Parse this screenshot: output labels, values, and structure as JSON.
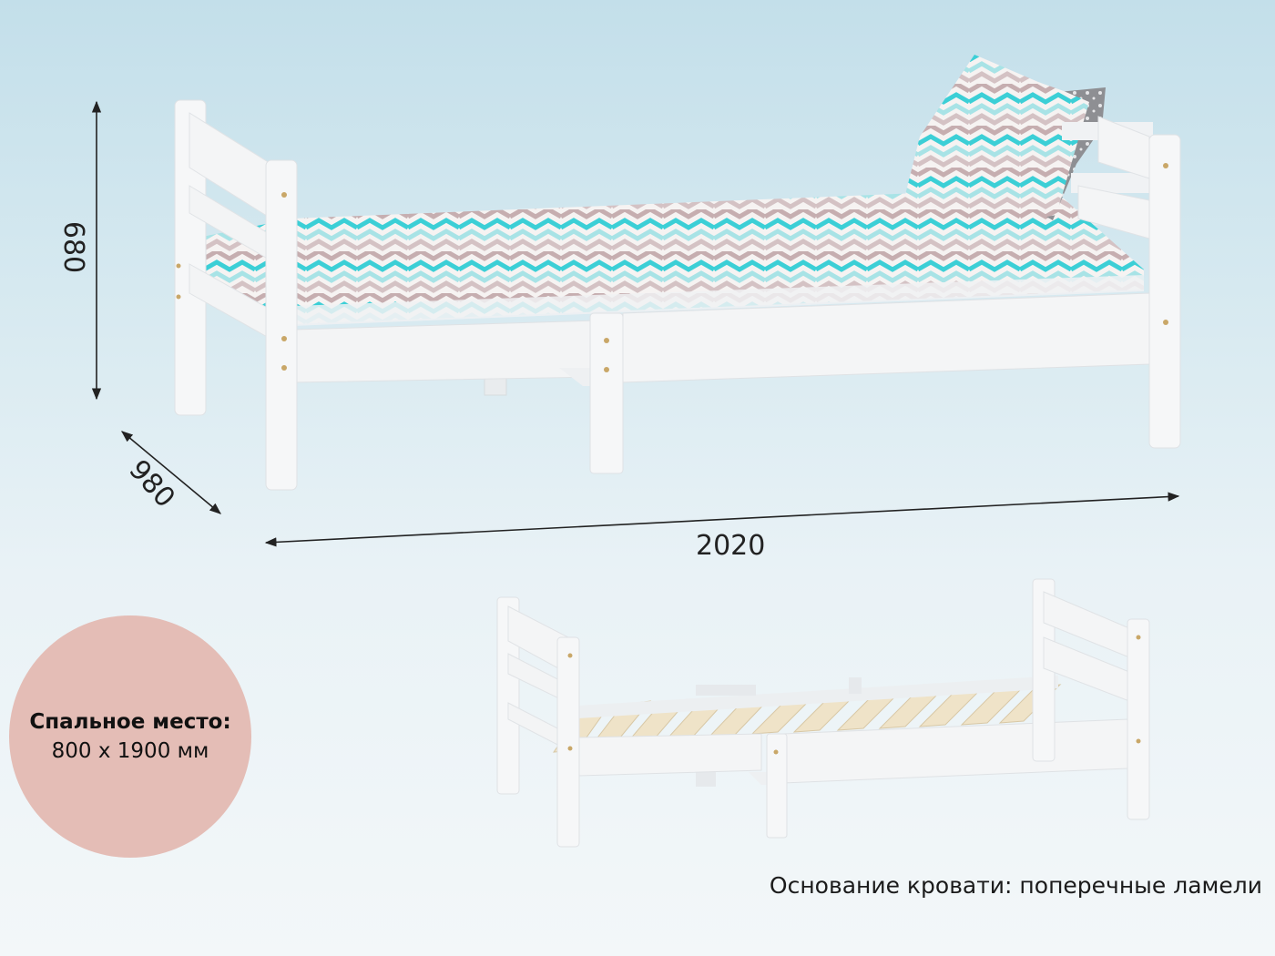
{
  "dimensions": {
    "height": "680",
    "depth": "980",
    "length": "2020"
  },
  "sleeping_place": {
    "title": "Спальное место:",
    "value": "800 х 1900 мм"
  },
  "base_caption": "Основание кровати: поперечные ламели",
  "colors": {
    "circle": "#e4bdb6",
    "frame": "#f4f5f6",
    "slats": "#efe3c8",
    "zigzag_teal": "#3ccfd6",
    "zigzag_mauve": "#c6aeb0"
  }
}
